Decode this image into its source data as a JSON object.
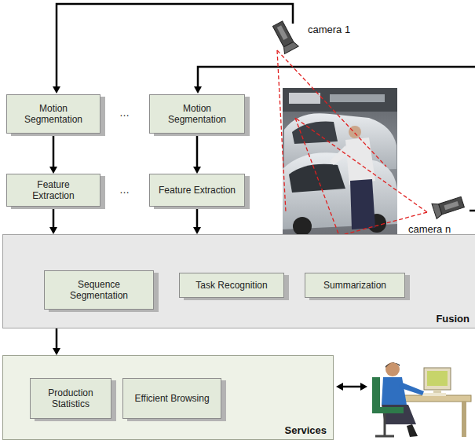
{
  "diagram": {
    "nodes": [
      {
        "text": [
          "Motion Segmentation"
        ]
      },
      {
        "text": [
          "Motion Segmentation"
        ]
      },
      {
        "text": [
          "Feature Extraction"
        ]
      },
      {
        "text": [
          "Feature Extraction"
        ]
      },
      {
        "text": [
          "Fusion"
        ]
      },
      {
        "text": [
          "Sequence Segmentation"
        ],
        "in": 4
      },
      {
        "text": [
          "Task Recognition"
        ],
        "in": 4
      },
      {
        "text": [
          "Summarization"
        ],
        "in": 4
      },
      {
        "text": [
          "Services"
        ]
      },
      {
        "text": [
          "Production Statistics"
        ],
        "in": 8
      },
      {
        "text": [
          "Efficient Browsing"
        ],
        "in": 8
      }
    ],
    "edges": [
      {
        "from": 0,
        "to": 2,
        "arrow": "to"
      },
      {
        "from": 1,
        "to": 3,
        "arrow": "to"
      },
      {
        "from": 2,
        "to": 4,
        "arrow": "to"
      },
      {
        "from": 3,
        "to": 4,
        "arrow": "to"
      },
      {
        "from": 4,
        "to": 8,
        "arrow": "to"
      }
    ],
    "labels": [
      "camera 1",
      "camera n",
      "…",
      "…"
    ]
  }
}
